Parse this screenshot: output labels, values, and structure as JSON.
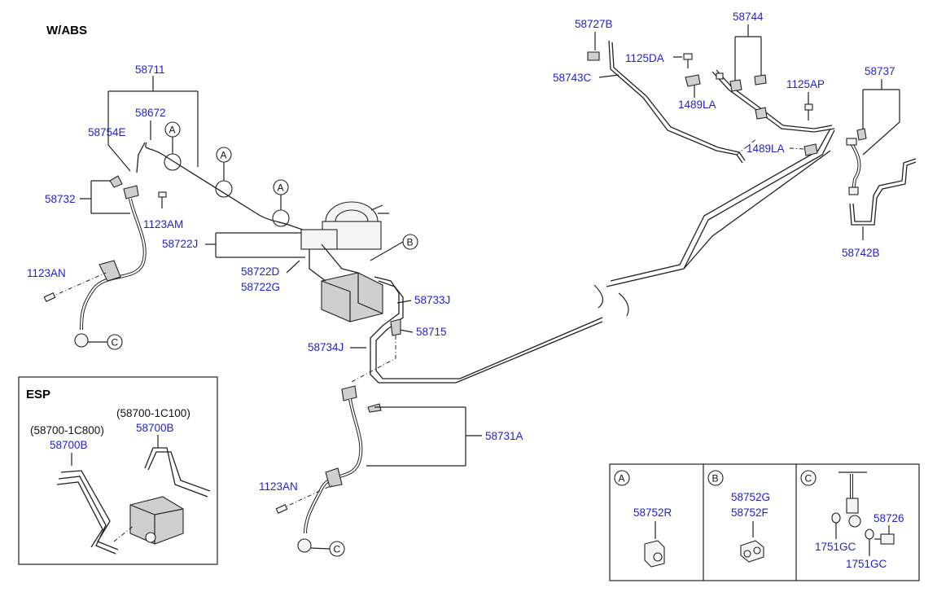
{
  "title": "W/ABS",
  "esp": {
    "title": "ESP",
    "left_code": "(58700-1C800)",
    "left_part": "58700B",
    "right_code": "(58700-1C100)",
    "right_part": "58700B"
  },
  "labels": {
    "p58711": "58711",
    "p58672": "58672",
    "p58754E": "58754E",
    "p58732": "58732",
    "p1123AM": "1123AM",
    "p1123AN_top": "1123AN",
    "p58722J": "58722J",
    "p58722D": "58722D",
    "p58722G": "58722G",
    "p58733J": "58733J",
    "p58715": "58715",
    "p58734J": "58734J",
    "p58731A": "58731A",
    "p1123AN_bot": "1123AN",
    "p58727B": "58727B",
    "p58743C": "58743C",
    "p1125DA": "1125DA",
    "p1489LA_top": "1489LA",
    "p58744": "58744",
    "p1125AP": "1125AP",
    "p1489LA_mid": "1489LA",
    "p58737": "58737",
    "p58742B": "58742B"
  },
  "callouts": {
    "A": "A",
    "B": "B",
    "C": "C"
  },
  "details": {
    "a_letter": "A",
    "a_part": "58752R",
    "b_letter": "B",
    "b_part1": "58752G",
    "b_part2": "58752F",
    "c_letter": "C",
    "c_part": "58726",
    "c_washer1": "1751GC",
    "c_washer2": "1751GC"
  }
}
